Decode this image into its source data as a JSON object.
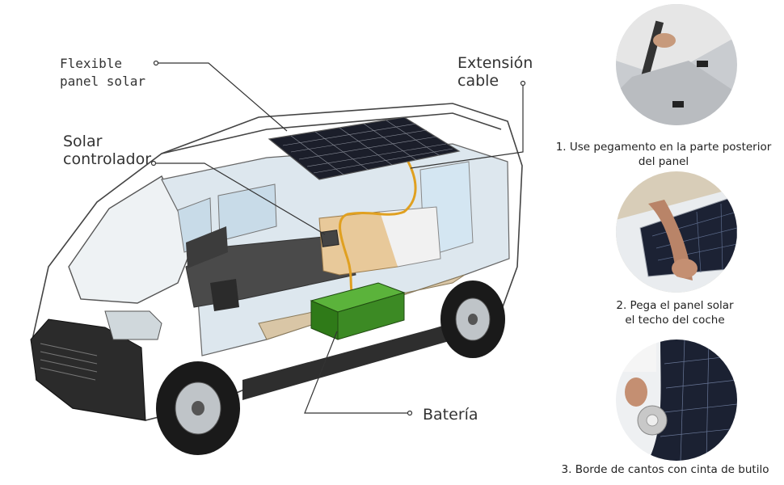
{
  "labels": {
    "panel": "Flexible\npanel solar",
    "cable": "Extensión\ncable",
    "controller": "Solar\ncontrolador",
    "battery": "Batería"
  },
  "steps": [
    {
      "caption": "1. Use pegamento en la parte posterior\ndel panel"
    },
    {
      "caption": "2. Pega el panel solar\nel techo del coche"
    },
    {
      "caption": "3. Borde de cantos con cinta de butilo"
    }
  ],
  "colors": {
    "battery": "#3c8a24",
    "panel": "#1b1e2a",
    "cable": "#e0a020",
    "van_outline": "#444444"
  }
}
